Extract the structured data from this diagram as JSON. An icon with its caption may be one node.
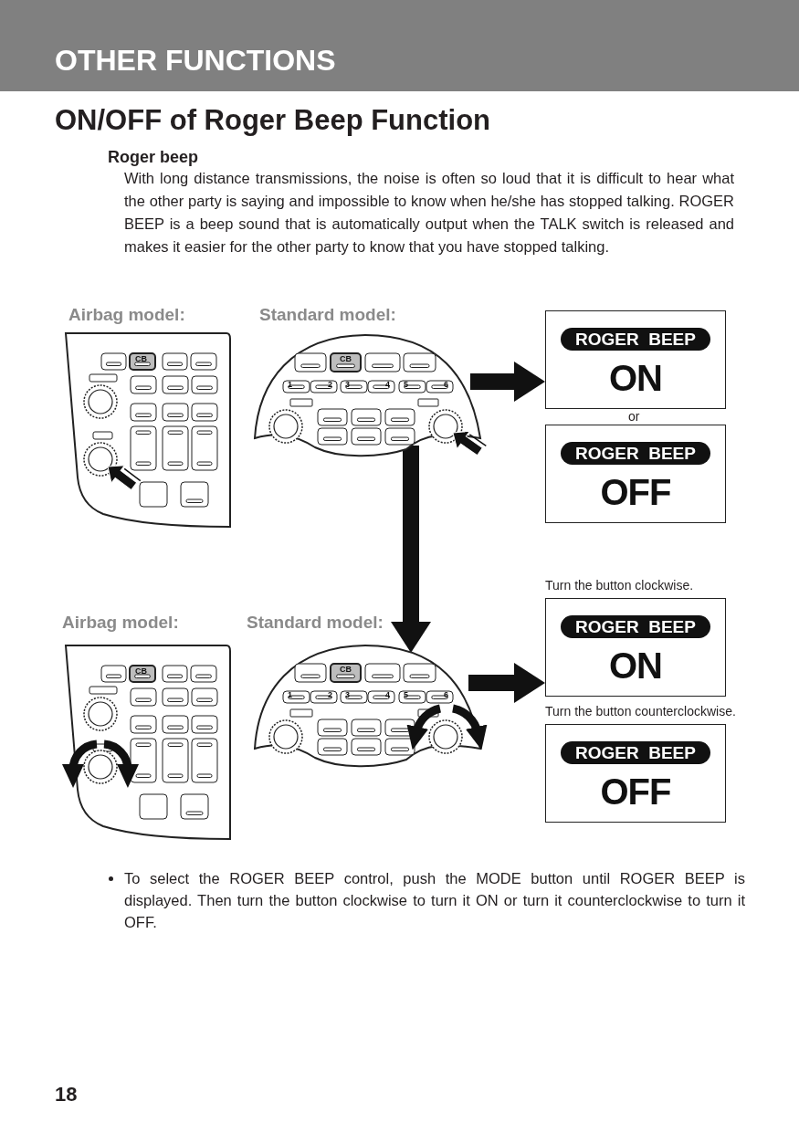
{
  "diagram": {
    "title": "ON/OFF of Roger Beep Function",
    "nodes": [
      {
        "text": [],
        "shape": "picture",
        "beside": [
          "Airbag model:"
        ]
      },
      {
        "text": [],
        "shape": "picture",
        "beside": [
          "Standard model:"
        ]
      },
      {
        "text": [
          "ROGER  BEEP",
          "ON"
        ]
      },
      {
        "text": [
          "ROGER  BEEP",
          "OFF"
        ]
      },
      {
        "text": [],
        "shape": "picture",
        "beside": [
          "Airbag model:"
        ]
      },
      {
        "text": [],
        "shape": "picture",
        "beside": [
          "Standard model:"
        ]
      },
      {
        "text": [
          "ROGER  BEEP",
          "ON"
        ],
        "beside": [
          "Turn the button clockwise."
        ]
      },
      {
        "text": [
          "ROGER  BEEP",
          "OFF"
        ],
        "beside": [
          "Turn the button counterclockwise."
        ]
      }
    ],
    "edges": [
      {
        "from": 1,
        "to": 2,
        "arrow": "to"
      },
      {
        "from": 1,
        "to": 5,
        "arrow": "to"
      },
      {
        "from": 5,
        "to": 6,
        "arrow": "to"
      }
    ],
    "labels": [
      "OTHER FUNCTIONS",
      "Roger beep",
      "With long distance transmissions, the noise is often so loud that it is difficult to hear what the other party is saying and impossible to know when he/she has stopped talking. ROGER BEEP is a beep sound that is automatically output when the TALK switch is released and makes it easier for the other party to know that you have stopped talking.",
      "or",
      "CB",
      "CB",
      "1",
      "2",
      "3",
      "4",
      "5",
      "6",
      "CB",
      "CB",
      "1",
      "2",
      "3",
      "4",
      "5",
      "6",
      "To select the ROGER BEEP control, push the MODE button until ROGER BEEP is displayed. Then turn the button clockwise to turn it ON or turn it counterclockwise to turn it OFF.",
      "18"
    ]
  }
}
